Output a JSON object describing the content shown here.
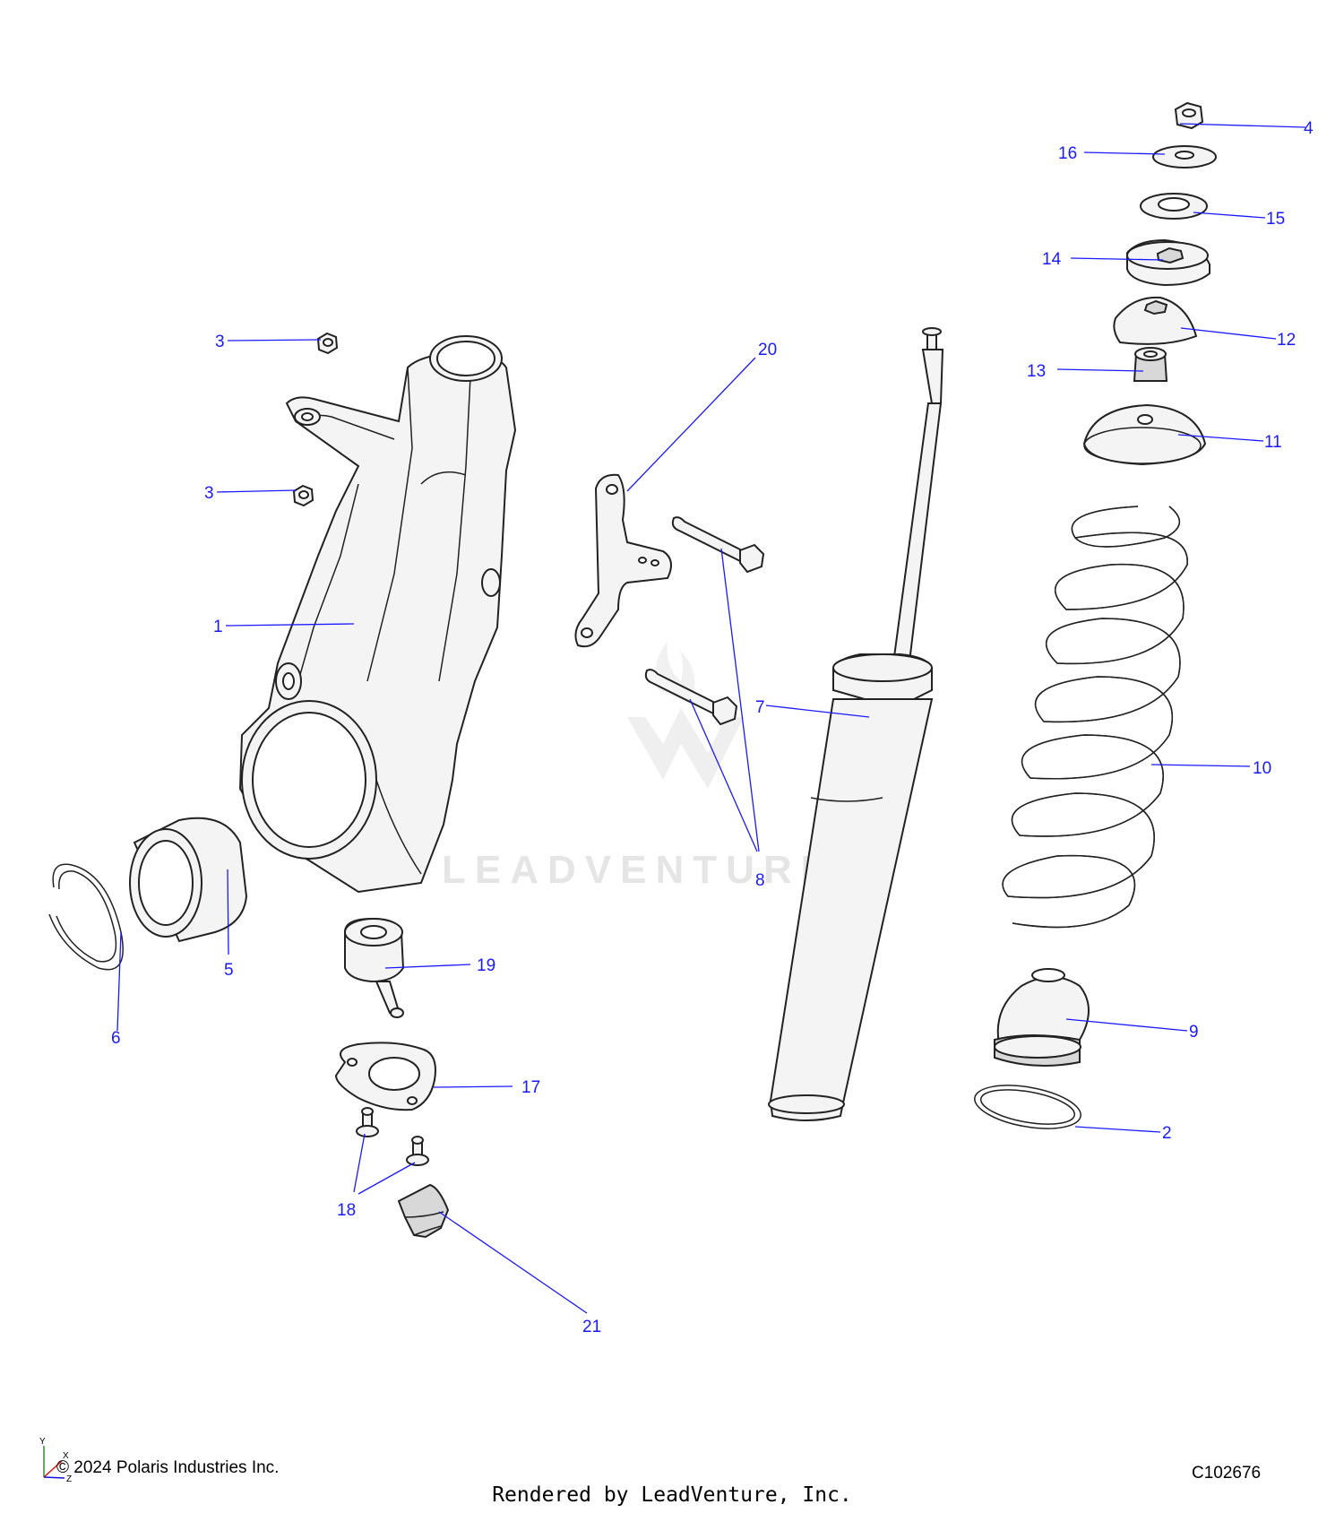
{
  "watermark": "LEADVENTURE",
  "callouts": {
    "c1": "1",
    "c2": "2",
    "c3a": "3",
    "c3b": "3",
    "c4": "4",
    "c5": "5",
    "c6": "6",
    "c7": "7",
    "c8": "8",
    "c9": "9",
    "c10": "10",
    "c11": "11",
    "c12": "12",
    "c13": "13",
    "c14": "14",
    "c15": "15",
    "c16": "16",
    "c17": "17",
    "c18": "18",
    "c19": "19",
    "c20": "20",
    "c21": "21"
  },
  "axes": {
    "y": "Y",
    "x": "X",
    "z": "Z"
  },
  "footer": {
    "copyright": "© 2024 Polaris Industries Inc.",
    "drawing_number": "C102676",
    "rendered_by": "Rendered by LeadVenture, Inc."
  }
}
